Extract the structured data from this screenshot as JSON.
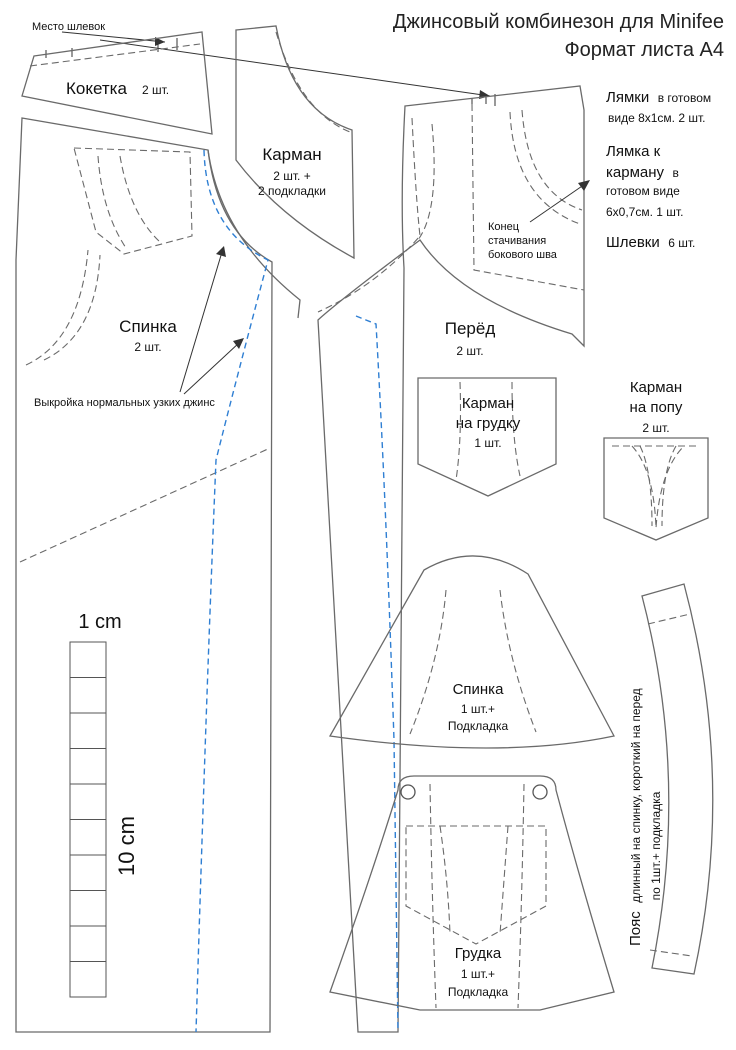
{
  "title": {
    "line1": "Джинсовый комбинезон для Minifee",
    "line2": "Формат листа А4"
  },
  "callouts": {
    "belt_loop_place": "Место шлевок",
    "normal_jeans": "Выкройка нормальных узких джинс",
    "side_seam_end": [
      "Конец",
      "стачивания",
      "бокового шва"
    ]
  },
  "pieces": {
    "yoke": {
      "name": "Кокетка",
      "qty": "2 шт."
    },
    "pocket_lining": {
      "name": "Карман",
      "qty": [
        "2 шт. +",
        "2 подкладки"
      ]
    },
    "back": {
      "name": "Спинка",
      "qty": "2 шт."
    },
    "front": {
      "name": "Перёд",
      "qty": "2 шт."
    },
    "chest_pocket": {
      "name": [
        "Карман",
        "на грудку"
      ],
      "qty": "1 шт."
    },
    "back_pocket": {
      "name": [
        "Карман",
        "на попу"
      ],
      "qty": "2 шт."
    },
    "bib_back": {
      "name": "Спинка",
      "qty": [
        "1 шт.+",
        "Подкладка"
      ]
    },
    "bib_front": {
      "name": "Грудка",
      "qty": [
        "1 шт.+",
        "Подкладка"
      ]
    }
  },
  "notes": {
    "straps": {
      "name": "Лямки",
      "rest": "в готовом",
      "line2": "виде 8х1см. 2 шт."
    },
    "pocket_strap": {
      "line1": "Лямка к",
      "line2_big": "карману",
      "line2_small": "в",
      "line3": "готовом виде",
      "line4": "6х0,7см. 1 шт."
    },
    "belt_loops": {
      "name": "Шлевки",
      "qty": "6 шт."
    }
  },
  "waistband": {
    "name": "Пояс",
    "desc": "длинный на спинку, короткий на перед",
    "qty": "по 1шт.+ подкладка"
  },
  "scale": {
    "small_label": "1 cm",
    "large_label": "10 cm"
  },
  "colors": {
    "outline": "#6a6a6a",
    "normal_jeans_line": "#2f7fd3"
  }
}
